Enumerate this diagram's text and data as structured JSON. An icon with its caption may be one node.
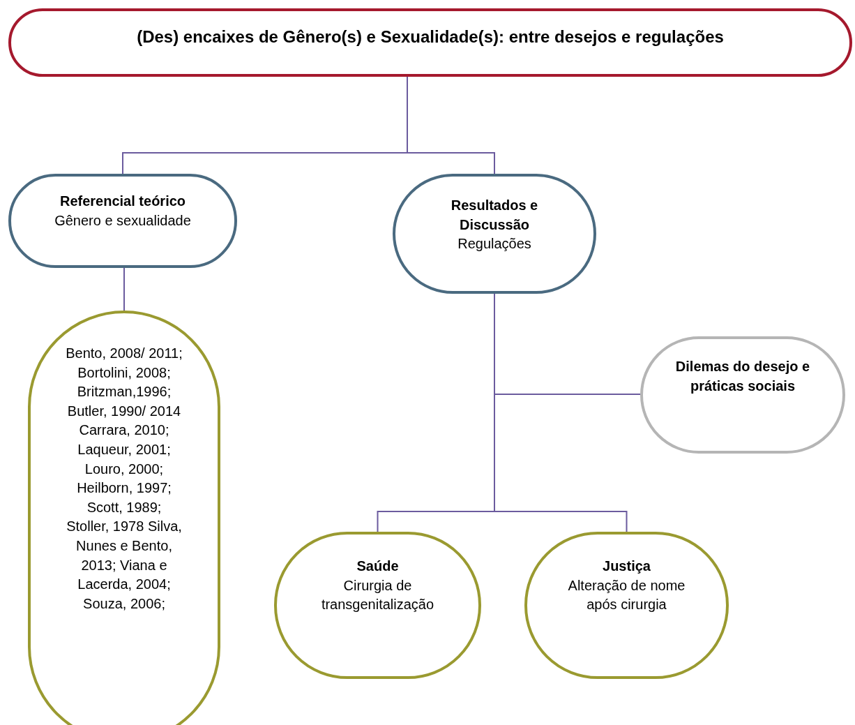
{
  "diagram": {
    "nodes": [
      {
        "text": [
          "(Des) encaixes de Gênero(s) e Sexualidade(s): entre desejos e regulações"
        ]
      },
      {
        "text": [
          "Referencial teórico",
          "Gênero e sexualidade"
        ]
      },
      {
        "text": [
          "Resultados e Discussão",
          "Regulações"
        ]
      },
      {
        "text": [
          "Bento, 2008/ 2011; Bortolini, 2008; Britzman,1996; Butler, 1990/ 2014 Carrara, 2010; Laqueur, 2001; Louro, 2000; Heilborn, 1997; Scott, 1989; Stoller, 1978 Silva, Nunes e Bento, 2013; Viana e Lacerda, 2004; Souza, 2006;"
        ]
      },
      {
        "text": [
          "Dilemas do desejo e práticas sociais"
        ]
      },
      {
        "text": [
          "Saúde",
          "Cirurgia de transgenitalização"
        ]
      },
      {
        "text": [
          "Justiça",
          "Alteração de nome após cirurgia"
        ]
      }
    ],
    "edges": [
      {
        "from": 0,
        "to": 1,
        "arrow": "none"
      },
      {
        "from": 0,
        "to": 2,
        "arrow": "none"
      },
      {
        "from": 1,
        "to": 3,
        "arrow": "none"
      },
      {
        "from": 2,
        "to": 4,
        "arrow": "none"
      },
      {
        "from": 2,
        "to": 5,
        "arrow": "none"
      },
      {
        "from": 2,
        "to": 6,
        "arrow": "none"
      }
    ]
  }
}
